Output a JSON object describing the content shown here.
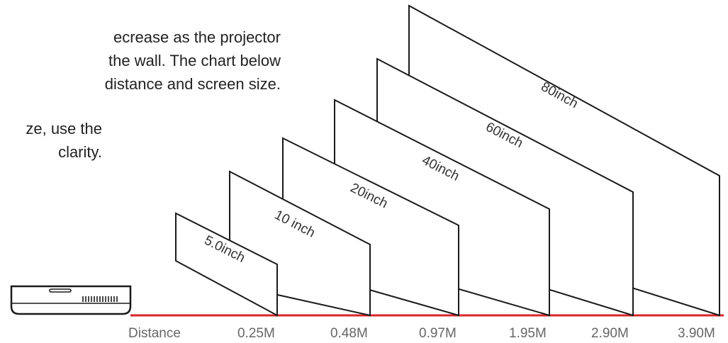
{
  "intro": {
    "line1": "ecrease as the projector",
    "line2": "the wall. The chart below",
    "line3": "distance and screen size.",
    "line4": "ze, use the",
    "line5": "clarity."
  },
  "screens": [
    {
      "size_label": "5.0inch",
      "distance_label": "0.25M"
    },
    {
      "size_label": "10 inch",
      "distance_label": "0.48M"
    },
    {
      "size_label": "20inch",
      "distance_label": "0.97M"
    },
    {
      "size_label": "40inch",
      "distance_label": "1.95M"
    },
    {
      "size_label": "60inch",
      "distance_label": "2.90M"
    },
    {
      "size_label": "80inch",
      "distance_label": "3.90M"
    }
  ],
  "distance_axis_label": "Distance",
  "colors": {
    "baseline": "#d9262c",
    "outline": "#1a1a1a",
    "text": "#222222",
    "muted": "#666666"
  },
  "icons": {
    "projector": "projector-icon"
  }
}
